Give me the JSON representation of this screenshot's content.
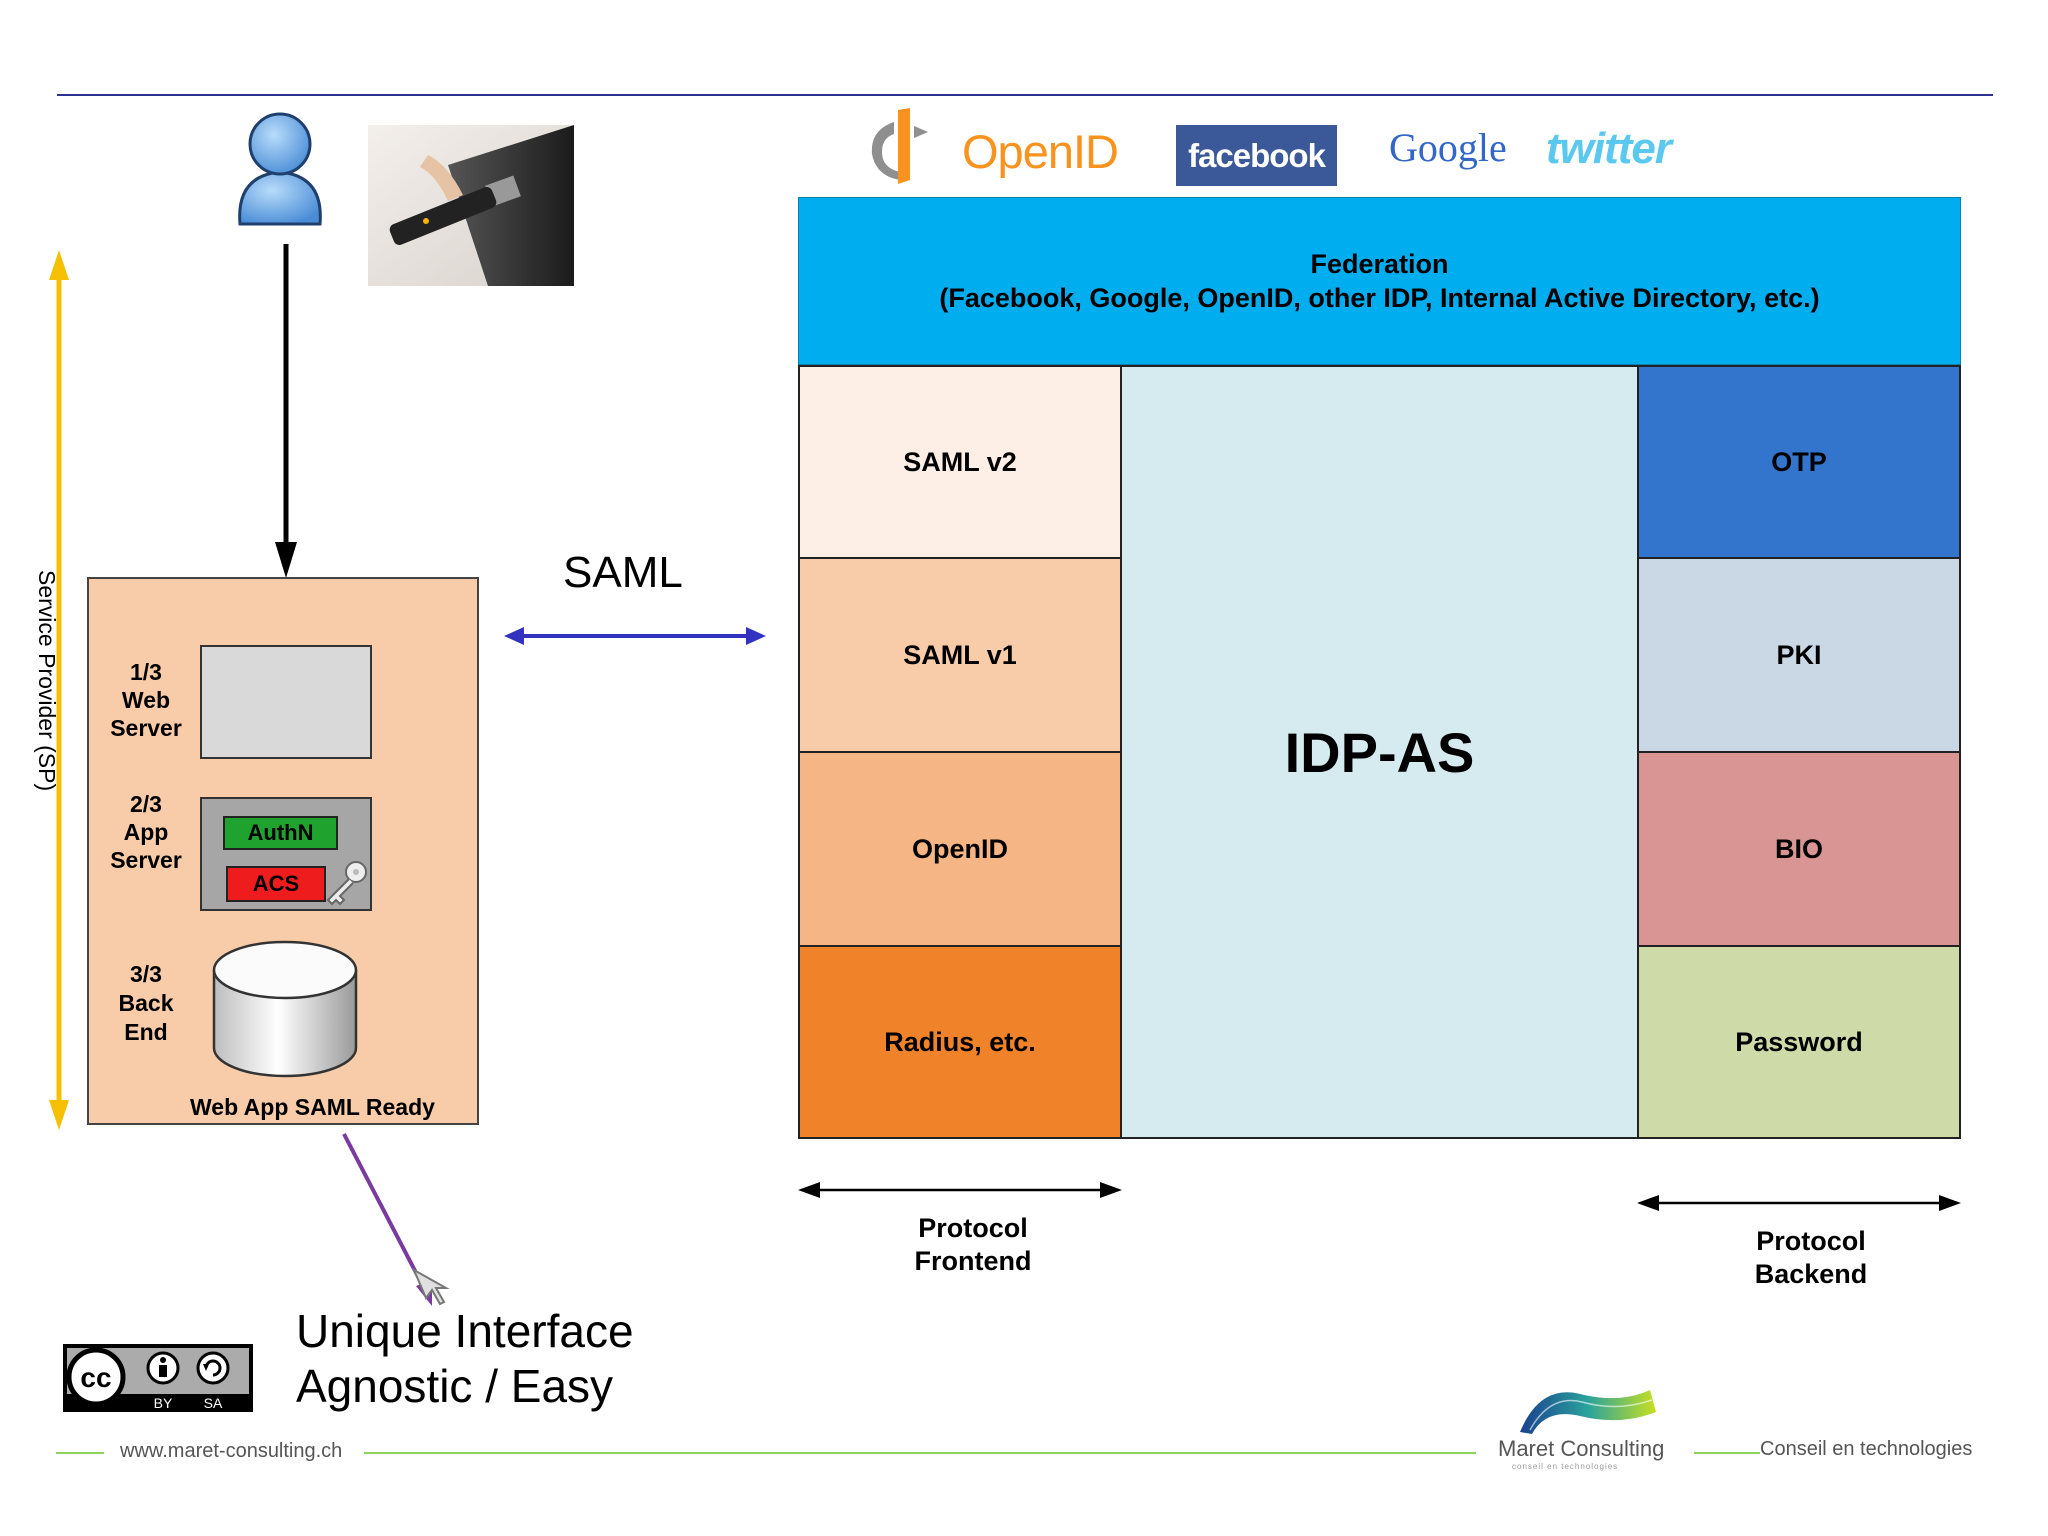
{
  "logos": {
    "openid": "OpenID",
    "facebook": "facebook",
    "google": "Google",
    "twitter": "twitter"
  },
  "sp": {
    "vertical_label": "Service Provider (SP)",
    "web_server": {
      "num": "1/3",
      "l1": "Web",
      "l2": "Server"
    },
    "app_server": {
      "num": "2/3",
      "l1": "App",
      "l2": "Server"
    },
    "authn": "AuthN",
    "acs": "ACS",
    "back_end": {
      "num": "3/3",
      "l1": "Back",
      "l2": "End"
    },
    "caption": "Web App SAML Ready"
  },
  "saml_label": "SAML",
  "federation": {
    "title": "Federation",
    "subtitle": "(Facebook, Google, OpenID, other IDP, Internal Active Directory, etc.)"
  },
  "frontend_protocols": [
    "SAML v2",
    "SAML v1",
    "OpenID",
    "Radius, etc."
  ],
  "idp_label": "IDP-AS",
  "backend_methods": [
    "OTP",
    "PKI",
    "BIO",
    "Password"
  ],
  "protocol_frontend": {
    "l1": "Protocol",
    "l2": "Frontend"
  },
  "protocol_backend": {
    "l1": "Protocol",
    "l2": "Backend"
  },
  "unique_interface": {
    "l1": "Unique Interface",
    "l2": "Agnostic / Easy"
  },
  "license": {
    "by": "BY",
    "sa": "SA",
    "cc": "cc"
  },
  "footer": {
    "url": "www.maret-consulting.ch",
    "company": "Maret Consulting",
    "company_sub": "conseil en technologies",
    "tagline": "Conseil en technologies"
  },
  "colors": {
    "rule": "#2e3192",
    "federation": "#00adef",
    "idp": "#d6ebef",
    "sp_box": "#f9cca9",
    "saml_v2": "#fdefe6",
    "saml_v1": "#f9cca9",
    "openid": "#f5b584",
    "radius": "#f08229",
    "otp": "#3374cd",
    "pki": "#c9d8e4",
    "bio": "#d99594",
    "password": "#cedba8",
    "timeline": "#f5c000",
    "saml_arrow": "#3333c0"
  }
}
